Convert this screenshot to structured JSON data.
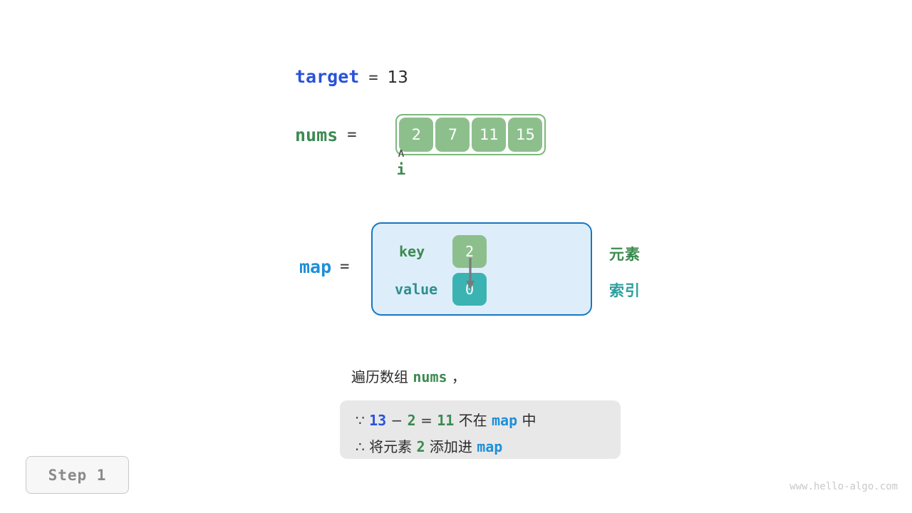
{
  "background": "#ffffff",
  "colors": {
    "green": "#3c8a50",
    "green_fill": "#8dbf8d",
    "teal": "#2e9e9e",
    "teal_fill": "#3bb3b3",
    "blue_strong": "#2a52d8",
    "blue_light": "#1f8fd8",
    "map_box_fill": "#ddeefa",
    "map_box_border": "#1877c0",
    "panel_gray": "#e8e8e8"
  },
  "target_row": {
    "var_label": "target",
    "equals": "=",
    "value": "13"
  },
  "nums_row": {
    "var_label": "nums",
    "equals": "=",
    "cells": [
      "2",
      "7",
      "11",
      "15"
    ]
  },
  "pointer": {
    "caret": "∧",
    "label": "i",
    "points_to_index": 0
  },
  "map_row": {
    "var_label": "map",
    "equals": "=",
    "key_label": "key",
    "value_label": "value",
    "key_cell": "2",
    "value_cell": "0",
    "arrow": "key-to-value-arrow"
  },
  "legend": {
    "element": "元素",
    "index": "索引"
  },
  "caption": {
    "prefix": "遍历数组 ",
    "code": "nums",
    "suffix": " ，"
  },
  "reasoning": {
    "line1": {
      "symbol": "∵",
      "a": "13",
      "minus": "−",
      "b": "2",
      "equals": "=",
      "result": "11",
      "mid": " 不在 ",
      "map": "map",
      "end": " 中"
    },
    "line2": {
      "symbol": "∴",
      "pre": " 将元素 ",
      "num": "2",
      "mid": " 添加进 ",
      "map": "map"
    }
  },
  "step_badge": {
    "label": "Step 1"
  },
  "watermark": {
    "text": "www.hello-algo.com"
  }
}
